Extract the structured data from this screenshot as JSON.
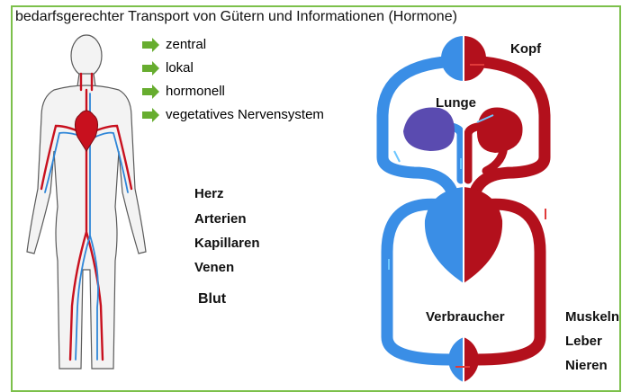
{
  "title": "bedarfsgerechter Transport von Gütern und Informationen (Hormone)",
  "bullets": [
    "zentral",
    "lokal",
    "hormonell",
    "vegetatives Nervensystem"
  ],
  "terms": [
    "Herz",
    "Arterien",
    "Kapillaren",
    "Venen"
  ],
  "blood_label": "Blut",
  "diagram": {
    "head": "Kopf",
    "lung": "Lunge",
    "consumer": "Verbraucher",
    "organs": [
      "Muskeln",
      "Leber",
      "Nieren"
    ]
  },
  "colors": {
    "frame": "#7cc04b",
    "arrow": "#67ad2f",
    "venous": "#3a8ee6",
    "arterial": "#b3101c"
  },
  "icons": [
    "human-circulatory-system-illustration",
    "circulation-schematic"
  ]
}
